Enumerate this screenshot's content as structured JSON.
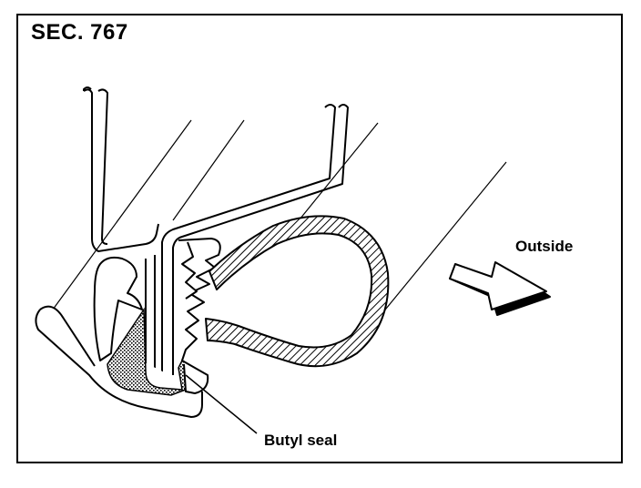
{
  "section_label": "SEC. 767",
  "labels": {
    "outside": "Outside",
    "butyl_seal": "Butyl seal"
  },
  "colors": {
    "line": "#000000",
    "background": "#ffffff",
    "stipple": "#000000"
  },
  "icons": {
    "direction_arrow": "outside-arrow-icon"
  }
}
